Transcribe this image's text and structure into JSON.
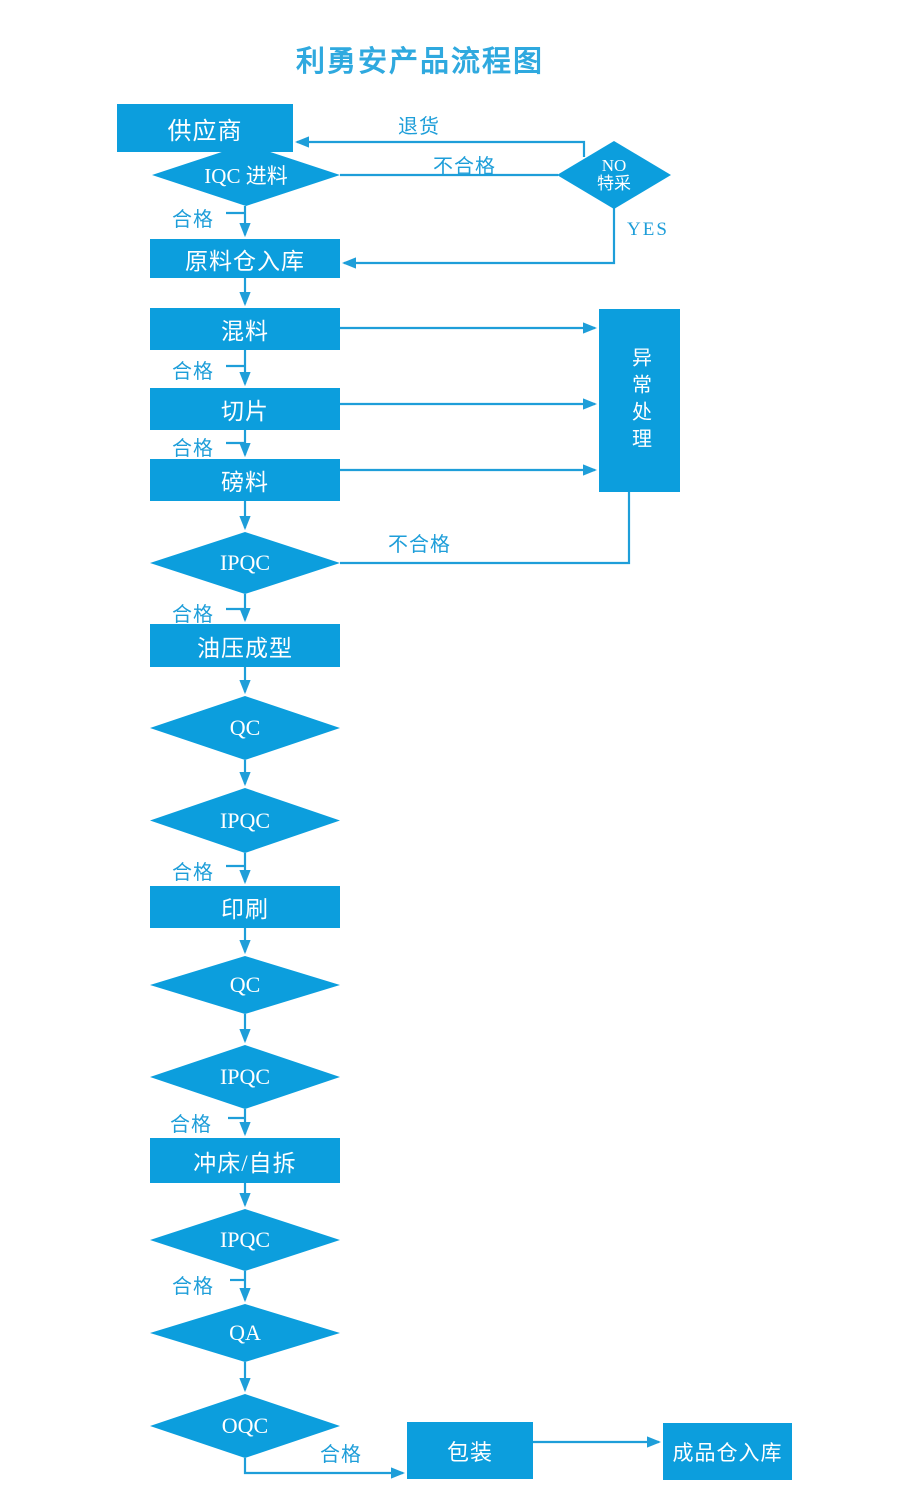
{
  "title": "利勇安产品流程图",
  "colors": {
    "shape_fill": "#0c9edd",
    "line": "#1e9ed9",
    "title": "#2fa9df",
    "shape_text": "#ffffff"
  },
  "nodes": {
    "supplier": {
      "label": "供应商"
    },
    "iqc": {
      "label": "IQC 进料"
    },
    "special": {
      "line1": "NO",
      "line2": "特采"
    },
    "raw_in": {
      "label": "原料仓入库"
    },
    "mix": {
      "label": "混料"
    },
    "slice": {
      "label": "切片"
    },
    "weigh": {
      "label": "磅料"
    },
    "exception": {
      "label": "异常处理"
    },
    "ipqc1": {
      "label": "IPQC"
    },
    "hydraulic": {
      "label": "油压成型"
    },
    "qc1": {
      "label": "QC"
    },
    "ipqc2": {
      "label": "IPQC"
    },
    "print": {
      "label": "印刷"
    },
    "qc2": {
      "label": "QC"
    },
    "ipqc3": {
      "label": "IPQC"
    },
    "punch": {
      "label": "冲床/自拆"
    },
    "ipqc4": {
      "label": "IPQC"
    },
    "qa": {
      "label": "QA"
    },
    "oqc": {
      "label": "OQC"
    },
    "pack": {
      "label": "包装"
    },
    "finished_in": {
      "label": "成品仓入库"
    }
  },
  "edges": {
    "return_goods": {
      "label": "退货"
    },
    "reject_top": {
      "label": "不合格"
    },
    "yes": {
      "label": "YES"
    },
    "reject_ipqc": {
      "label": "不合格"
    },
    "pass_iqc": {
      "label": "合格"
    },
    "pass_mix": {
      "label": "合格"
    },
    "pass_slice": {
      "label": "合格"
    },
    "pass_ipqc1": {
      "label": "合格"
    },
    "pass_ipqc2": {
      "label": "合格"
    },
    "pass_ipqc3": {
      "label": "合格"
    },
    "pass_ipqc4": {
      "label": "合格"
    },
    "pass_oqc": {
      "label": "合格"
    }
  }
}
